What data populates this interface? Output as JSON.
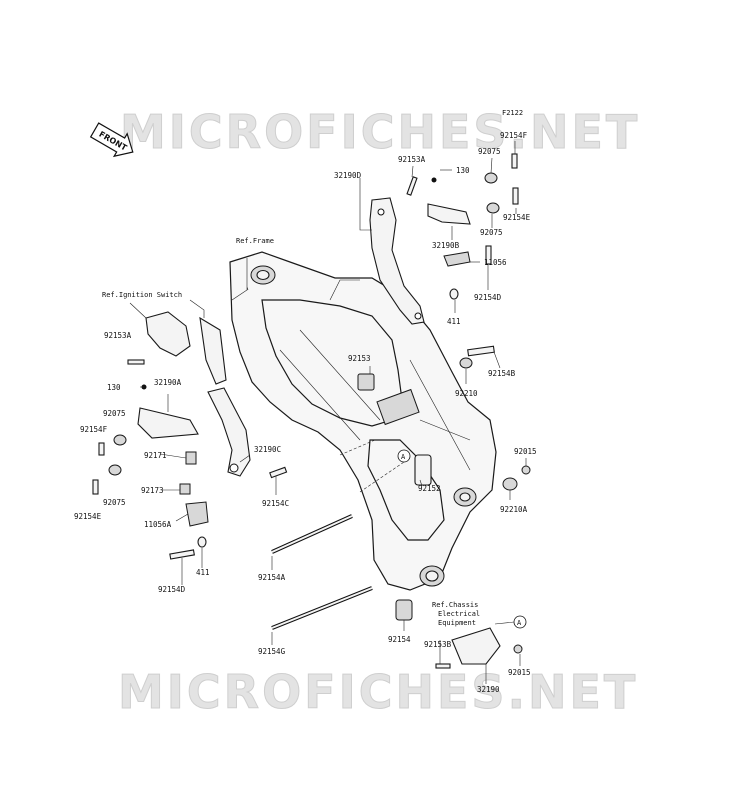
{
  "watermark": {
    "text": "MICROFICHES.NET"
  },
  "front_badge": {
    "text": "FRONT",
    "icon": "front-arrow-icon"
  },
  "figure_code": "F2122",
  "references": {
    "frame": "Ref.Frame",
    "ignition_switch": "Ref.Ignition Switch",
    "chassis_electrical": [
      "Ref.Chassis",
      "Electrical",
      "Equipment"
    ]
  },
  "callout_letter": "A",
  "parts": {
    "p92154F_top": "92154F",
    "p92075_top": "92075",
    "p92153A_top": "92153A",
    "p130_top": "130",
    "p32190D": "32190D",
    "p92154E_top": "92154E",
    "p92075_top2": "92075",
    "p32190B": "32190B",
    "p11056": "11056",
    "p92154D_top": "92154D",
    "p411_top": "411",
    "p92153": "92153",
    "p92154B": "92154B",
    "p92210": "92210",
    "p92015_r": "92015",
    "p92152": "92152",
    "p92210A": "92210A",
    "p92153A_left": "92153A",
    "p130_left": "130",
    "p32190A": "32190A",
    "p92075_left": "92075",
    "p92154F_left": "92154F",
    "p92171": "92171",
    "p32190C": "32190C",
    "p92173": "92173",
    "p92154E_left": "92154E",
    "p92075_left2": "92075",
    "p11056A": "11056A",
    "p92154C": "92154C",
    "p411_left": "411",
    "p92154D_left": "92154D",
    "p92154A": "92154A",
    "p92154G": "92154G",
    "p92154": "92154",
    "p92153B": "92153B",
    "p92015_b": "92015",
    "p32190": "32190"
  }
}
